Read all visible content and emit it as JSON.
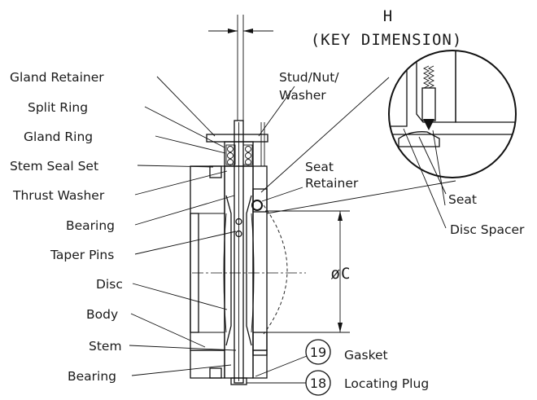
{
  "dimension": {
    "letter": "H",
    "caption": "(KEY DIMENSION)",
    "diameter": "øC"
  },
  "callouts": {
    "gland_retainer": "Gland Retainer",
    "split_ring": "Split Ring",
    "gland_ring": "Gland Ring",
    "stem_seal_set": "Stem Seal Set",
    "thrust_washer": "Thrust Washer",
    "bearing_upper": "Bearing",
    "taper_pins": "Taper Pins",
    "disc": "Disc",
    "body": "Body",
    "stem": "Stem",
    "bearing_lower": "Bearing",
    "stud_nut_washer_1": "Stud/Nut/",
    "stud_nut_washer_2": "Washer",
    "seat_retainer_1": "Seat",
    "seat_retainer_2": "Retainer",
    "seat": "Seat",
    "disc_spacer": "Disc Spacer"
  },
  "balloons": [
    {
      "number": "19",
      "label": "Gasket"
    },
    {
      "number": "18",
      "label": "Locating Plug"
    }
  ]
}
